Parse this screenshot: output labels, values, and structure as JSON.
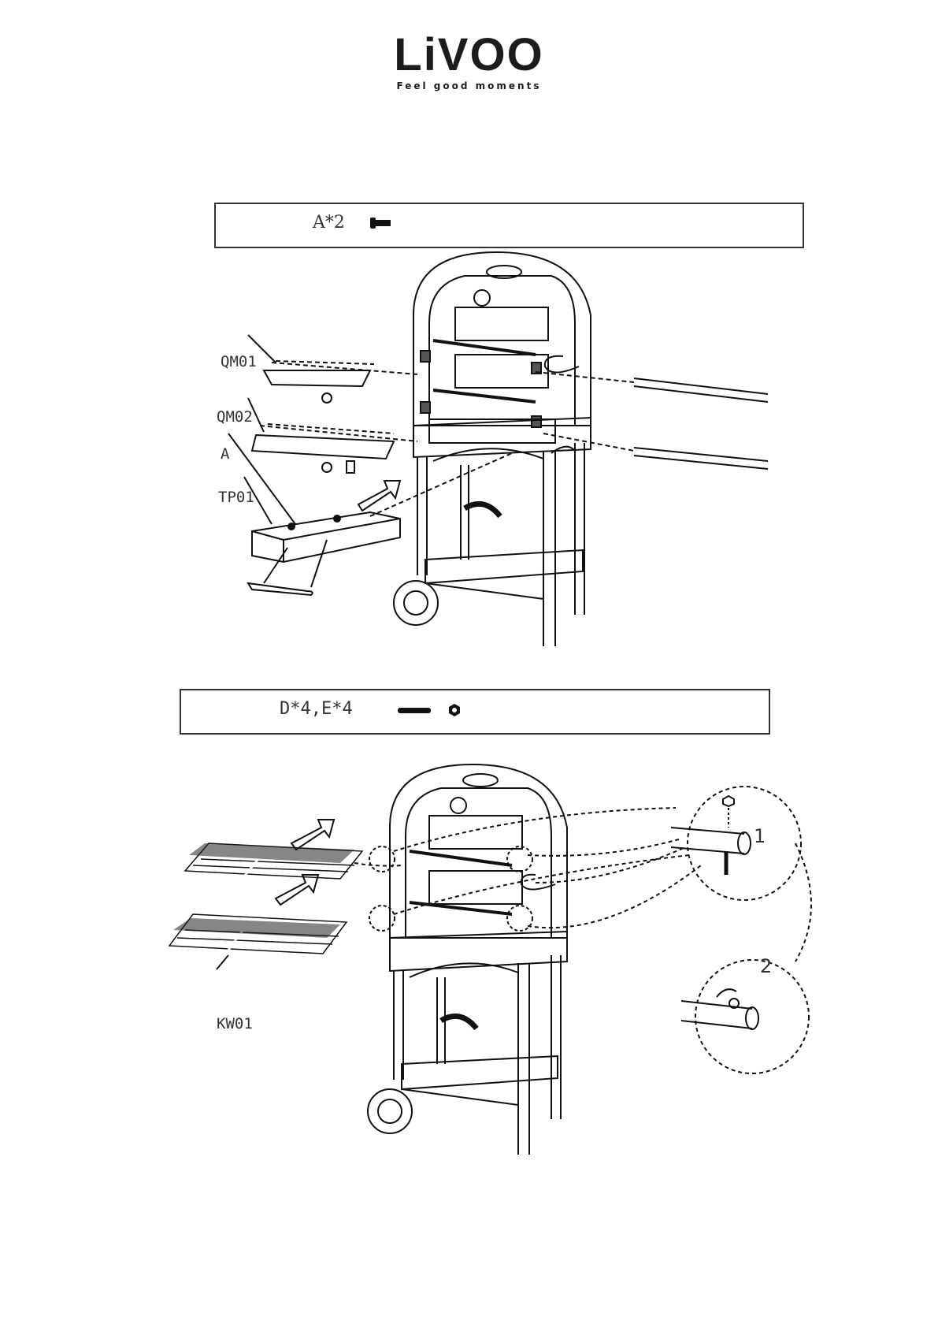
{
  "brand": {
    "name": "LiVOO",
    "tagline": "Feel good moments"
  },
  "step_1": {
    "parts_label": "A*2",
    "callouts": [
      "QM01",
      "QM02",
      "A",
      "TP01"
    ]
  },
  "step_2": {
    "parts_label": "D*4,E*4",
    "callouts": [
      "KW01"
    ],
    "detail_numbers": [
      "1",
      "2"
    ]
  }
}
